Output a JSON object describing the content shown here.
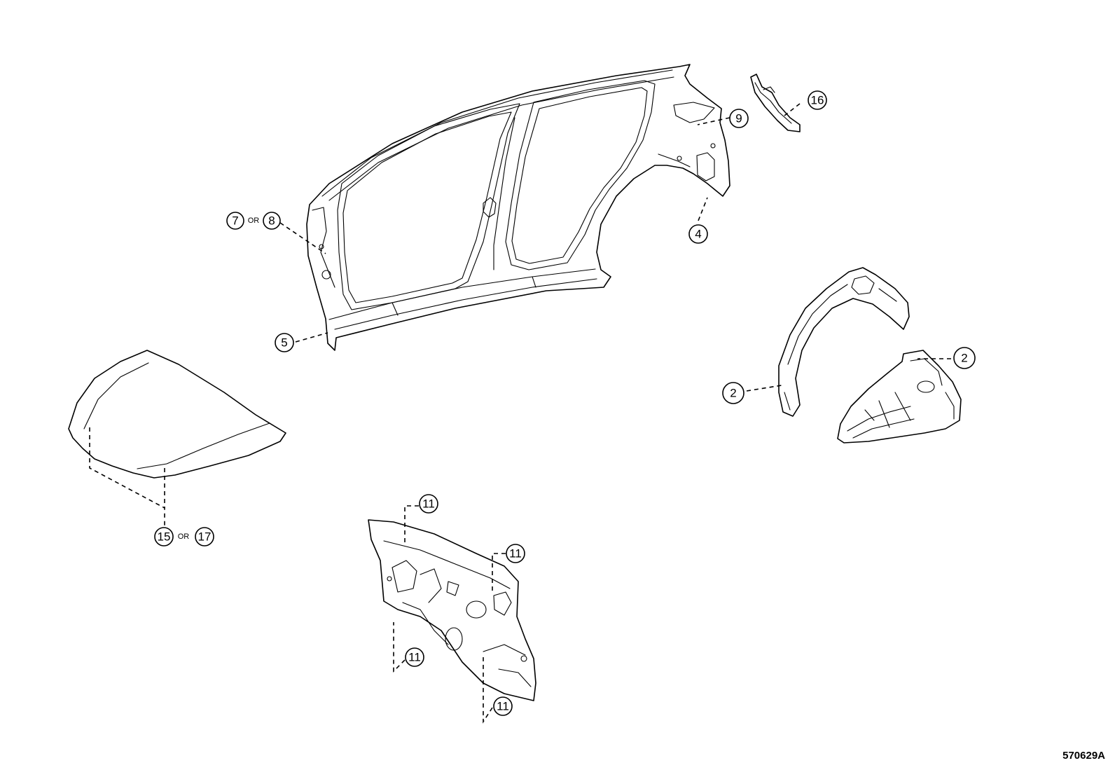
{
  "figure_code": "570629A",
  "callouts": {
    "c2a": "2",
    "c2b": "2",
    "c4": "4",
    "c5": "5",
    "c7": "7",
    "c8": "8",
    "c9": "9",
    "c11a": "11",
    "c11b": "11",
    "c11c": "11",
    "c11d": "11",
    "c15": "15",
    "c16": "16",
    "c17": "17",
    "or1": "OR",
    "or2": "OR"
  }
}
